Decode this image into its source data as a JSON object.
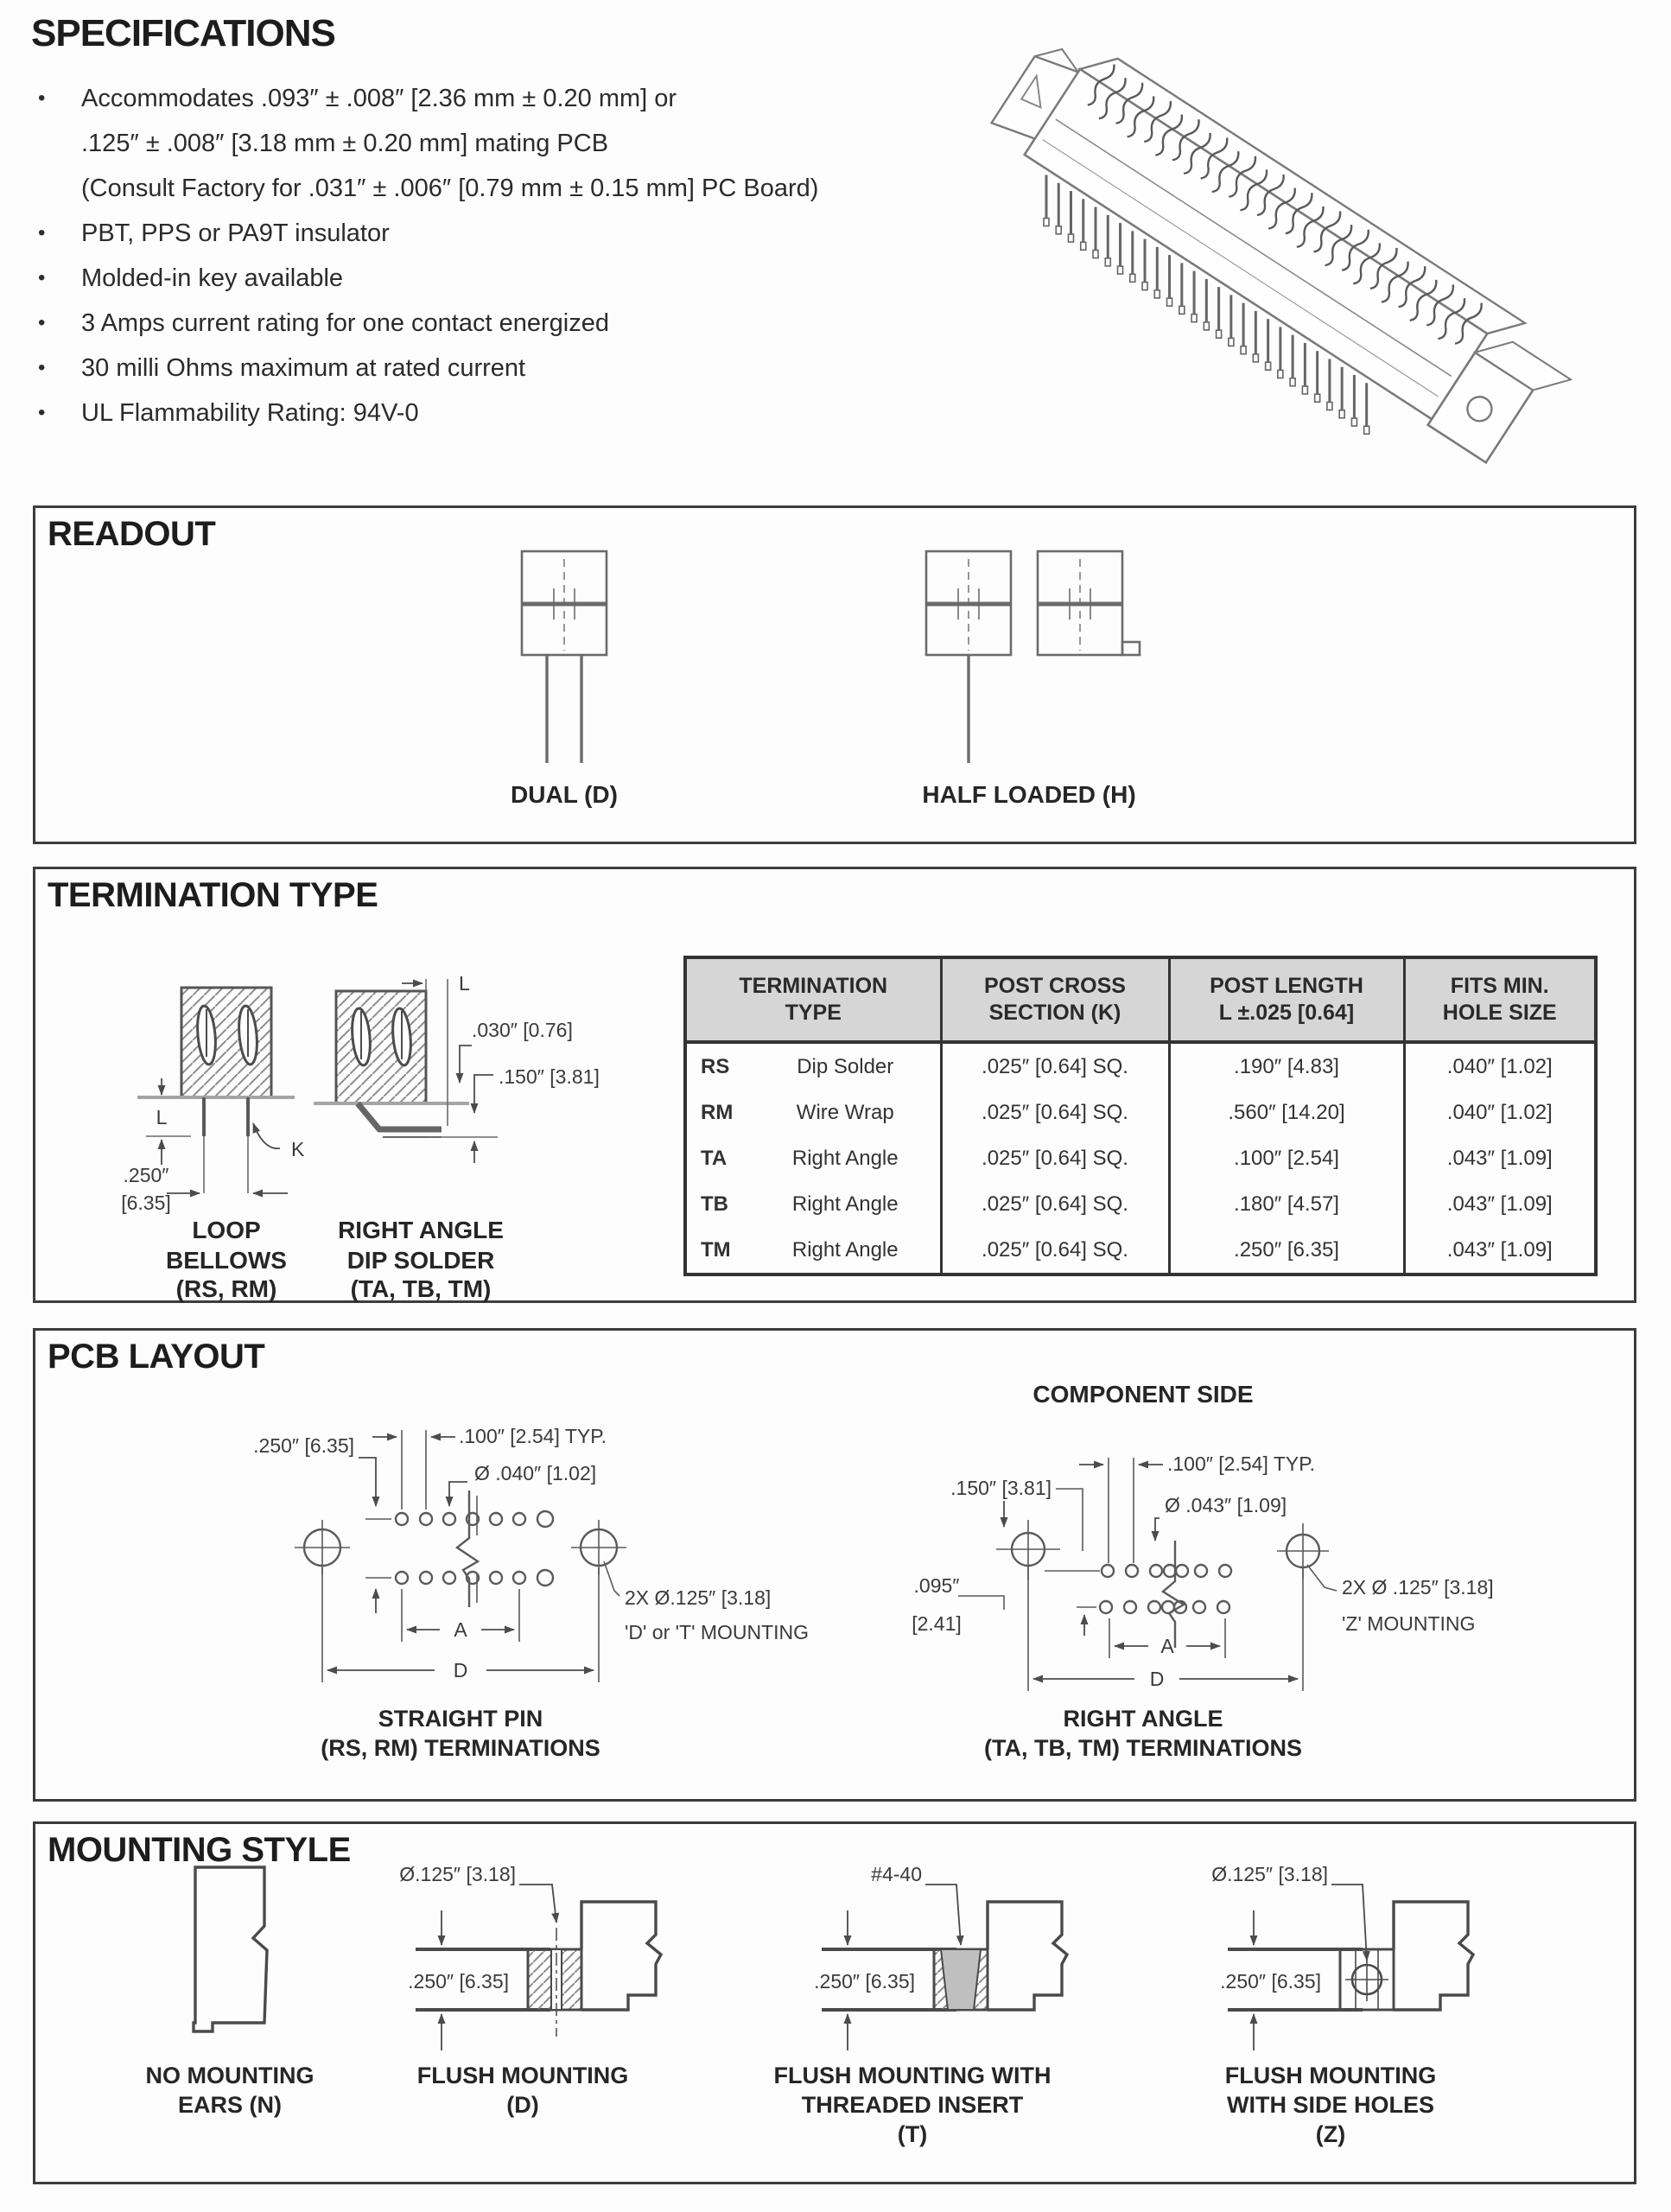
{
  "specifications": {
    "title": "SPECIFICATIONS",
    "bullets": [
      {
        "l1": "Accommodates .093″ ± .008″ [2.36 mm ± 0.20 mm] or",
        "l2": ".125″ ± .008″ [3.18 mm ± 0.20 mm] mating PCB",
        "l3": "(Consult Factory for .031″ ± .006″ [0.79 mm ± 0.15 mm] PC Board)"
      },
      {
        "l1": "PBT, PPS or PA9T insulator"
      },
      {
        "l1": "Molded-in key available"
      },
      {
        "l1": "3 Amps current rating for one contact energized"
      },
      {
        "l1": "30 milli Ohms maximum at rated current"
      },
      {
        "l1": "UL Flammability Rating: 94V-0"
      }
    ]
  },
  "readout": {
    "title": "READOUT",
    "dual_label": "DUAL (D)",
    "half_label": "HALF LOADED (H)"
  },
  "termination": {
    "title": "TERMINATION TYPE",
    "loop": {
      "cap1": "LOOP",
      "cap2": "BELLOWS",
      "cap3": "(RS, RM)",
      "dim_l": "L",
      "dim_k": "K",
      "dim_w1": ".250″",
      "dim_w2": "[6.35]"
    },
    "ra": {
      "cap1": "RIGHT ANGLE",
      "cap2": "DIP SOLDER",
      "cap3": "(TA, TB, TM)",
      "dim_l": "L",
      "dim_a": ".030″ [0.76]",
      "dim_b": ".150″ [3.81]"
    },
    "table": {
      "headers": [
        "TERMINATION\nTYPE",
        "POST CROSS\nSECTION (K)",
        "POST LENGTH\nL ±.025 [0.64]",
        "FITS MIN.\nHOLE SIZE"
      ],
      "rows": [
        {
          "code": "RS",
          "name": "Dip Solder",
          "cross": ".025″ [0.64] SQ.",
          "len": ".190″ [4.83]",
          "hole": ".040″ [1.02]"
        },
        {
          "code": "RM",
          "name": "Wire Wrap",
          "cross": ".025″ [0.64] SQ.",
          "len": ".560″ [14.20]",
          "hole": ".040″ [1.02]"
        },
        {
          "code": "TA",
          "name": "Right Angle",
          "cross": ".025″ [0.64] SQ.",
          "len": ".100″ [2.54]",
          "hole": ".043″ [1.09]"
        },
        {
          "code": "TB",
          "name": "Right Angle",
          "cross": ".025″ [0.64] SQ.",
          "len": ".180″ [4.57]",
          "hole": ".043″ [1.09]"
        },
        {
          "code": "TM",
          "name": "Right Angle",
          "cross": ".025″ [0.64] SQ.",
          "len": ".250″ [6.35]",
          "hole": ".043″ [1.09]"
        }
      ]
    }
  },
  "pcb": {
    "title": "PCB LAYOUT",
    "component_side": "COMPONENT SIDE",
    "straight": {
      "dim_250": ".250″ [6.35]",
      "dim_100": ".100″ [2.54] TYP.",
      "dim_040": "Ø .040″ [1.02]",
      "dim_2x": "2X Ø.125″ [3.18]",
      "dim_2x2": "'D' or 'T' MOUNTING",
      "dim_a": "A",
      "dim_d": "D",
      "caption": "STRAIGHT PIN\n(RS, RM) TERMINATIONS"
    },
    "rightangle": {
      "dim_150": ".150″ [3.81]",
      "dim_100": ".100″ [2.54] TYP.",
      "dim_043": "Ø .043″ [1.09]",
      "dim_095a": ".095″",
      "dim_095b": "[2.41]",
      "dim_2x": "2X Ø .125″ [3.18]",
      "dim_2x2": "'Z' MOUNTING",
      "dim_a": "A",
      "dim_d": "D",
      "caption": "RIGHT ANGLE\n(TA, TB, TM) TERMINATIONS"
    }
  },
  "mounting": {
    "title": "MOUNTING STYLE",
    "n": {
      "caption": "NO MOUNTING\nEARS (N)"
    },
    "d": {
      "dim_hole": "Ø.125″ [3.18]",
      "dim_thk": ".250″ [6.35]",
      "caption": "FLUSH MOUNTING\n(D)"
    },
    "t": {
      "dim_hole": "#4-40",
      "dim_thk": ".250″ [6.35]",
      "caption": "FLUSH MOUNTING WITH\nTHREADED INSERT\n(T)"
    },
    "z": {
      "dim_hole": "Ø.125″ [3.18]",
      "dim_thk": ".250″ [6.35]",
      "caption": "FLUSH MOUNTING\nWITH SIDE HOLES\n(Z)"
    }
  }
}
